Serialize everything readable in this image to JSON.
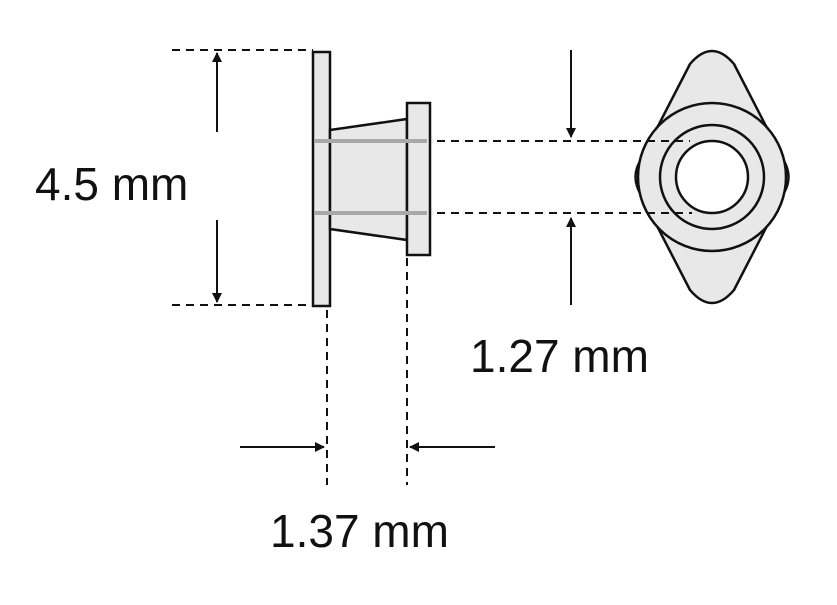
{
  "dimensions": {
    "height_label": "4.5 mm",
    "bore_label": "1.27 mm",
    "thickness_label": "1.37 mm"
  },
  "colors": {
    "part_fill": "#e8e8e8",
    "stroke": "#111111",
    "hidden_line": "#a8a8a8"
  }
}
